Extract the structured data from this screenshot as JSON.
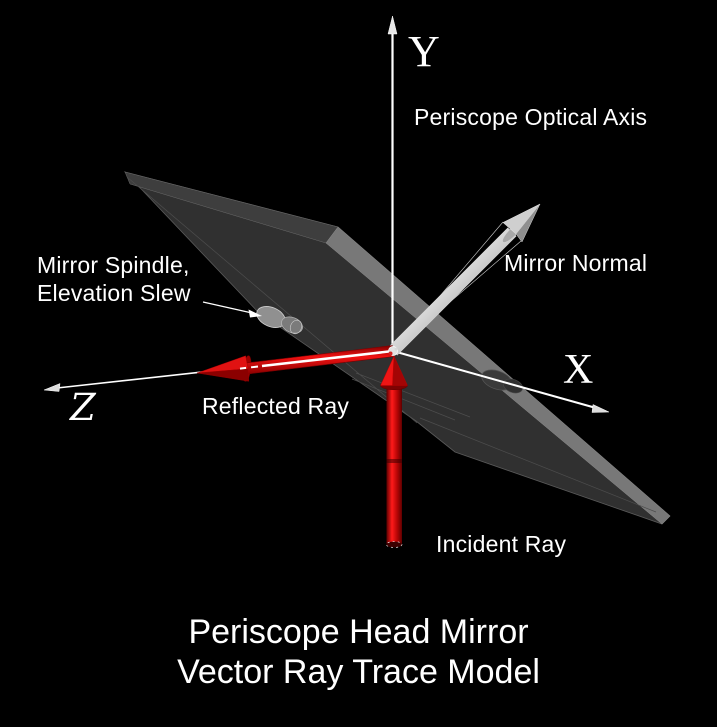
{
  "diagram": {
    "title": {
      "line1": "Periscope Head Mirror",
      "line2": "Vector Ray Trace Model"
    },
    "labels": {
      "optical_axis": "Periscope Optical Axis",
      "mirror_normal": "Mirror Normal",
      "mirror_spindle_line1": "Mirror Spindle,",
      "mirror_spindle_line2": "Elevation Slew",
      "reflected_ray": "Reflected Ray",
      "incident_ray": "Incident Ray"
    },
    "axes": {
      "x_label": "X",
      "y_label": "Y",
      "z_label": "Z"
    },
    "colors": {
      "background": "#000000",
      "text": "#ffffff",
      "ray_red": "#e01212",
      "ray_red_dark": "#8b0000",
      "mirror_face": "#303030",
      "mirror_top_sliver": "#3e3e3e",
      "mirror_edge_strip": "#787878",
      "normal_arrow_gray": "#b8b8b8",
      "axis_white": "#ffffff"
    }
  }
}
